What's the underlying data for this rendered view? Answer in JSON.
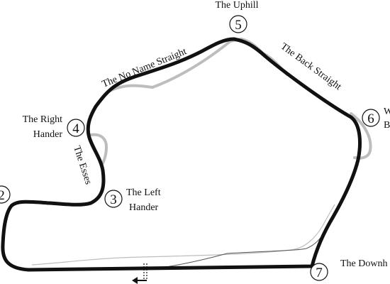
{
  "map": {
    "colors": {
      "track": "#111111",
      "old_track": "#bdbdbd",
      "background": "#ffffff"
    },
    "turns": [
      {
        "number": "2"
      },
      {
        "number": "3",
        "name_lines": [
          "The Left",
          "Hander"
        ]
      },
      {
        "number": "4",
        "name_lines": [
          "The Right",
          "Hander"
        ]
      },
      {
        "number": "5",
        "name_lines": [
          "The Uphill"
        ]
      },
      {
        "number": "6",
        "name_lines": [
          "W",
          "B"
        ]
      },
      {
        "number": "7",
        "name_lines": [
          "The Downh"
        ]
      }
    ],
    "section_labels": {
      "no_name_straight": "The No Name Straight",
      "back_straight": "The Back Straight",
      "esses": "The Esses"
    },
    "start_finish_icon": "start-finish-arrow-icon"
  }
}
